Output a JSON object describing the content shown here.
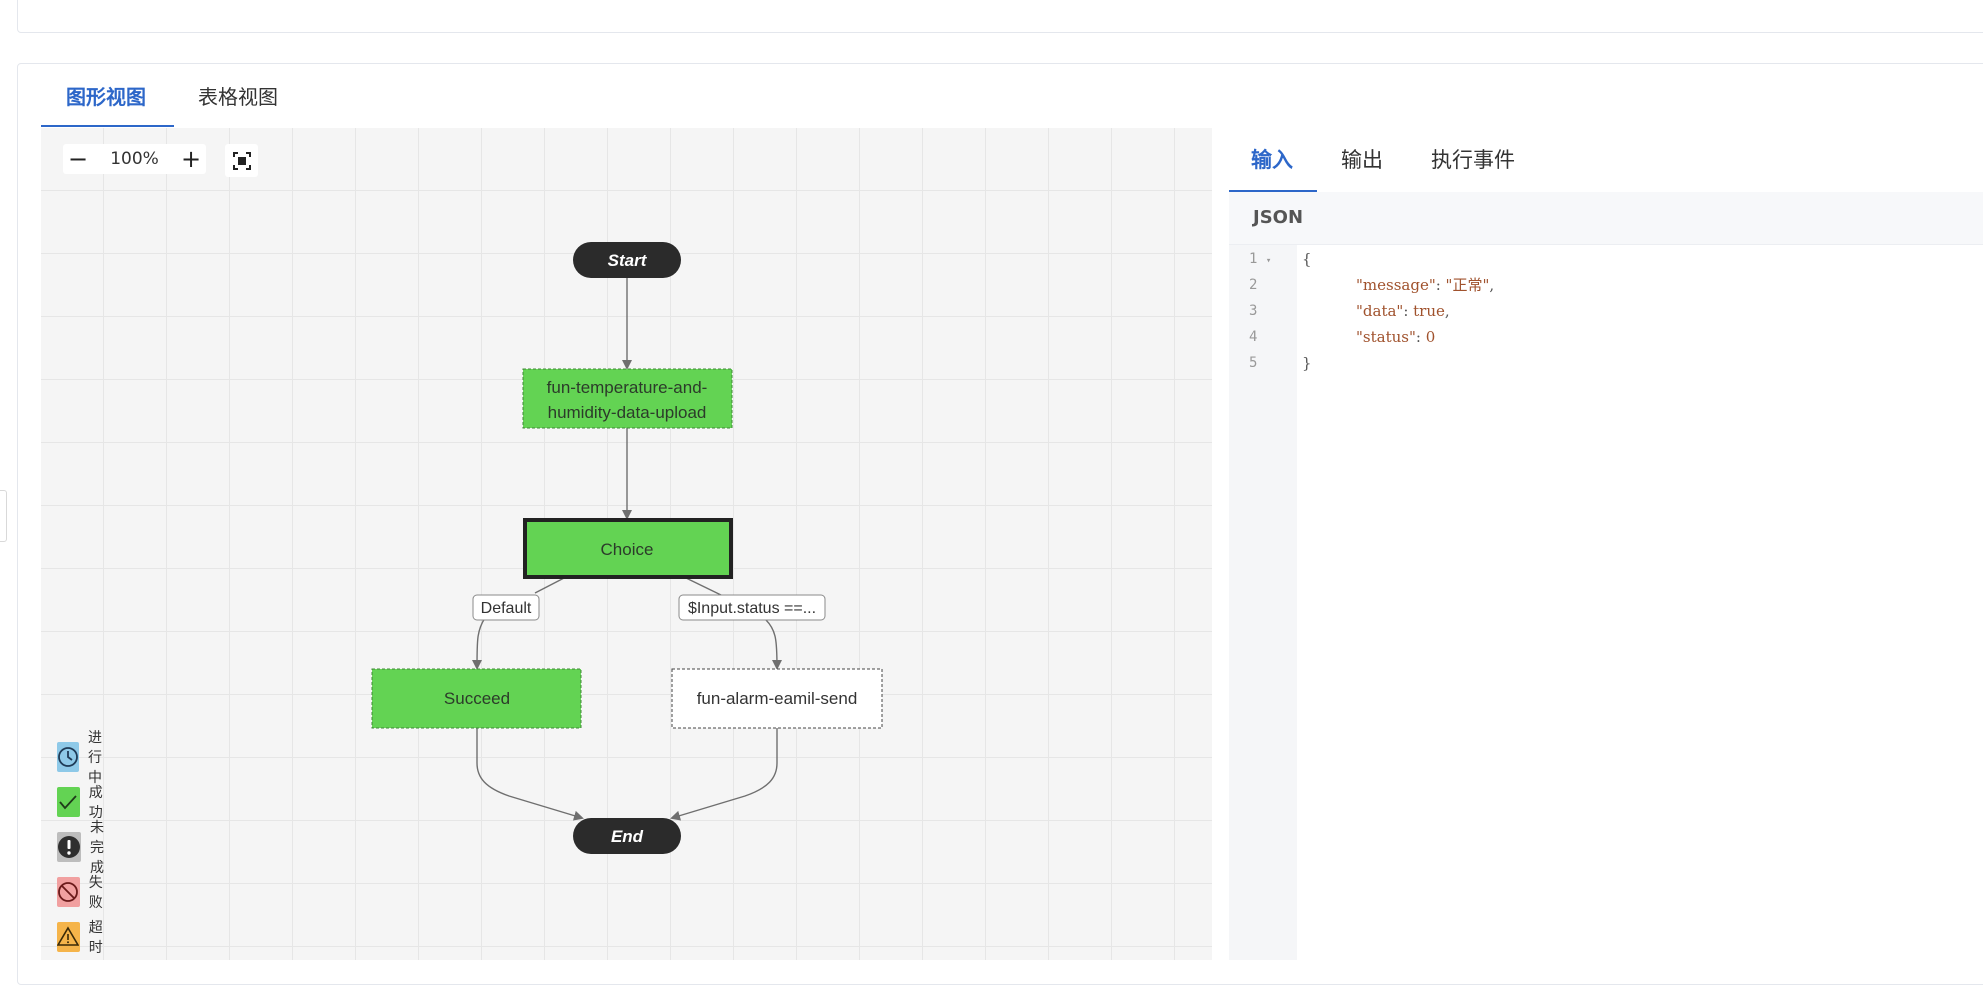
{
  "view_tabs": [
    {
      "label": "图形视图",
      "active": true
    },
    {
      "label": "表格视图",
      "active": false
    }
  ],
  "zoom": {
    "minus": "−",
    "value": "100%",
    "plus": "+"
  },
  "flow": {
    "nodes": {
      "start": "Start",
      "upload_line1": "fun-temperature-and-",
      "upload_line2": "humidity-data-upload",
      "choice": "Choice",
      "succeed": "Succeed",
      "alarm": "fun-alarm-eamil-send",
      "end": "End"
    },
    "edge_labels": {
      "default": "Default",
      "condition": "$Input.status ==..."
    },
    "colors": {
      "success_fill": "#63d353",
      "terminal_fill": "#2b2b2b",
      "edge": "#6f6f6f"
    }
  },
  "legend": [
    {
      "label": "进行中",
      "icon": "clock-icon",
      "color": "#8ec9e8"
    },
    {
      "label": "成功",
      "icon": "check-icon",
      "color": "#63d353"
    },
    {
      "label": "未完成",
      "icon": "exclamation-icon",
      "color": "#4a4a4a"
    },
    {
      "label": "失败",
      "icon": "prohibited-icon",
      "color": "#f1a0a0"
    },
    {
      "label": "超时",
      "icon": "warning-icon",
      "color": "#f5b44a"
    }
  ],
  "io_tabs": [
    {
      "label": "输入",
      "active": true
    },
    {
      "label": "输出",
      "active": false
    },
    {
      "label": "执行事件",
      "active": false
    }
  ],
  "json_panel": {
    "label": "JSON",
    "lines": [
      {
        "num": "1",
        "fold": "▾",
        "text": "{"
      },
      {
        "num": "2",
        "key": "\"message\"",
        "value": "\"正常\"",
        "trail": ","
      },
      {
        "num": "3",
        "key": "\"data\"",
        "value": "true",
        "trail": ","
      },
      {
        "num": "4",
        "key": "\"status\"",
        "value": "0",
        "trail": ""
      },
      {
        "num": "5",
        "text": "}"
      }
    ]
  }
}
